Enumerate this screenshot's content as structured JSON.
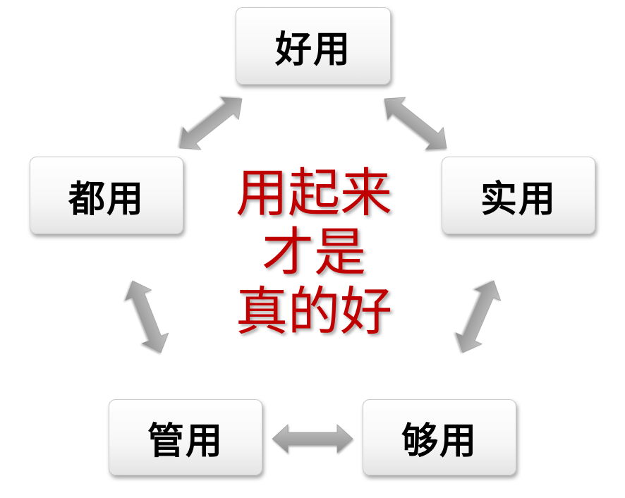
{
  "nodes": {
    "top": "好用",
    "left": "都用",
    "right": "实用",
    "bottom_left": "管用",
    "bottom_right": "够用"
  },
  "center_text": {
    "line1": "用起来",
    "line2": "才是",
    "line3": "真的好"
  },
  "colors": {
    "center_text": "#c00000",
    "arrow": "#a8a8a8"
  }
}
